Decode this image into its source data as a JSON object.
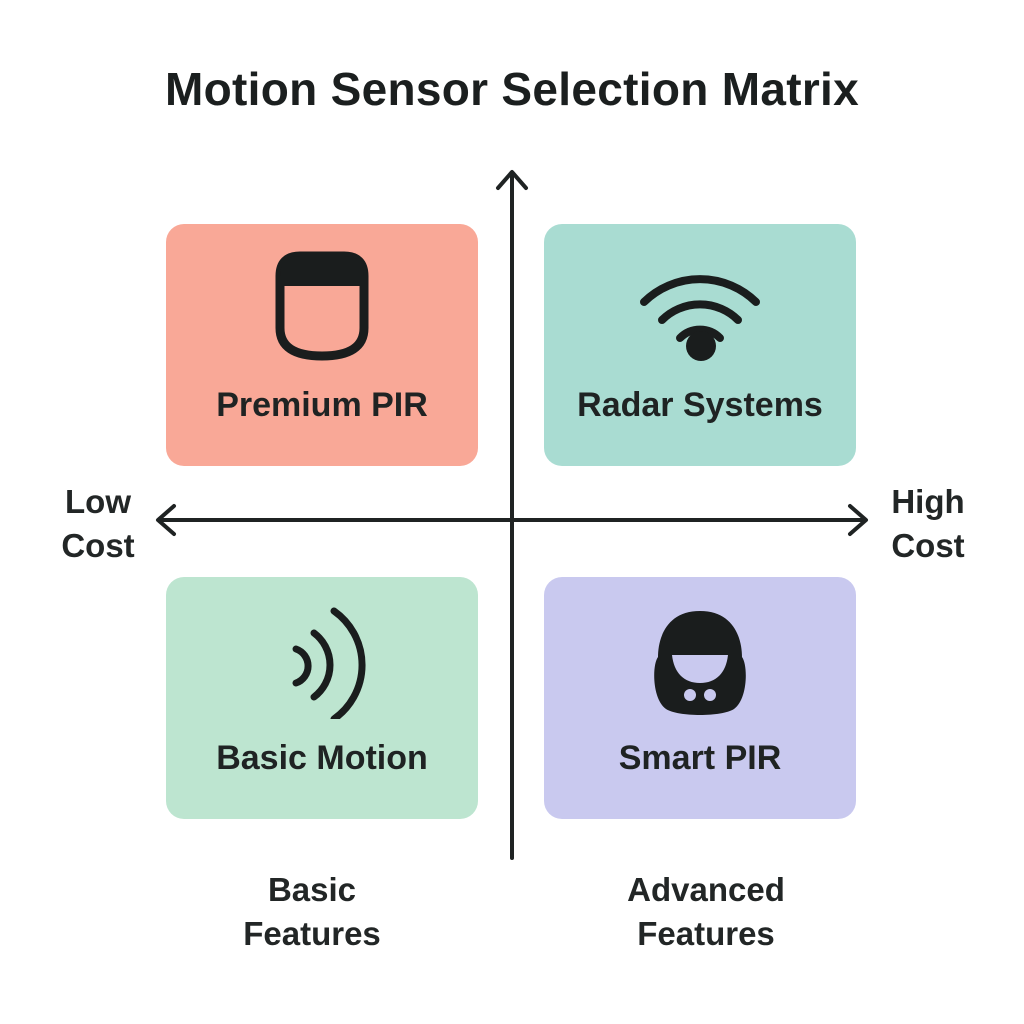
{
  "title": "Motion Sensor Selection Matrix",
  "axes": {
    "left_label": [
      "Low",
      "Cost"
    ],
    "right_label": [
      "High",
      "Cost"
    ],
    "bottom_left_label": [
      "Basic",
      "Features"
    ],
    "bottom_right_label": [
      "Advanced",
      "Features"
    ]
  },
  "quadrants": [
    {
      "label": "Premium PIR",
      "icon": "pir-dome-icon",
      "color": "#f9a897"
    },
    {
      "label": "Radar Systems",
      "icon": "wifi-signal-icon",
      "color": "#a9dcd2"
    },
    {
      "label": "Basic Motion",
      "icon": "sound-waves-icon",
      "color": "#bde5d0"
    },
    {
      "label": "Smart PIR",
      "icon": "smart-sensor-icon",
      "color": "#c9c9ef"
    }
  ],
  "colors": {
    "axis": "#1f2323",
    "icon": "#1a1d1d"
  }
}
